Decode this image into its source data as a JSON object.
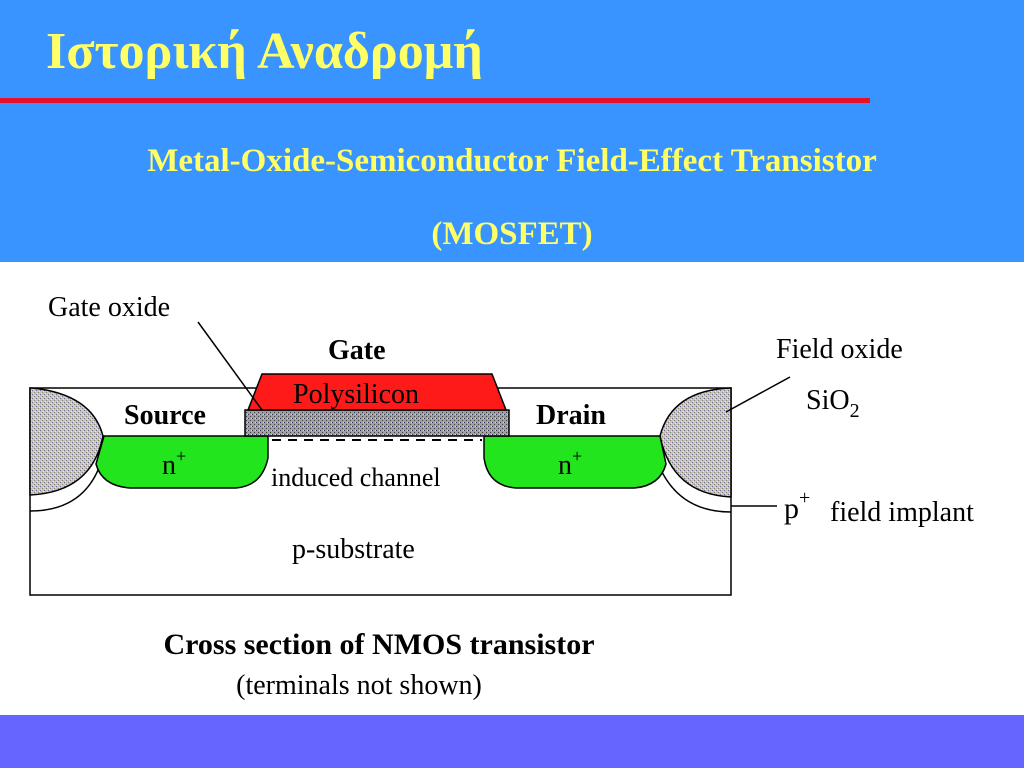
{
  "slide": {
    "title": "Ιστορική Αναδρομή",
    "subtitle": "Metal-Oxide-Semiconductor Field-Effect Transistor",
    "subtitle_abbr": "(MOSFET)"
  },
  "diagram": {
    "labels": {
      "gate_oxide": "Gate oxide",
      "gate": "Gate",
      "polysilicon": "Polysilicon",
      "field_oxide": "Field oxide",
      "sio2_base": "SiO",
      "sio2_sub": "2",
      "source": "Source",
      "drain": "Drain",
      "n_plus_base": "n",
      "n_plus_sup": "+",
      "induced_channel": "induced channel",
      "p_plus_base": "p",
      "p_plus_sup": "+",
      "field_implant": "field implant",
      "p_substrate": "p-substrate"
    },
    "caption": "Cross section of NMOS transistor",
    "caption_note": "(terminals not shown)"
  },
  "colors": {
    "header_background": "#3a94ff",
    "title_text": "#ffff66",
    "title_rule": "#e8102a",
    "footer_band": "#6666ff",
    "polysilicon": "#ff1a1a",
    "n_plus_region": "#22e51d",
    "oxide": "#b8b8b8"
  }
}
